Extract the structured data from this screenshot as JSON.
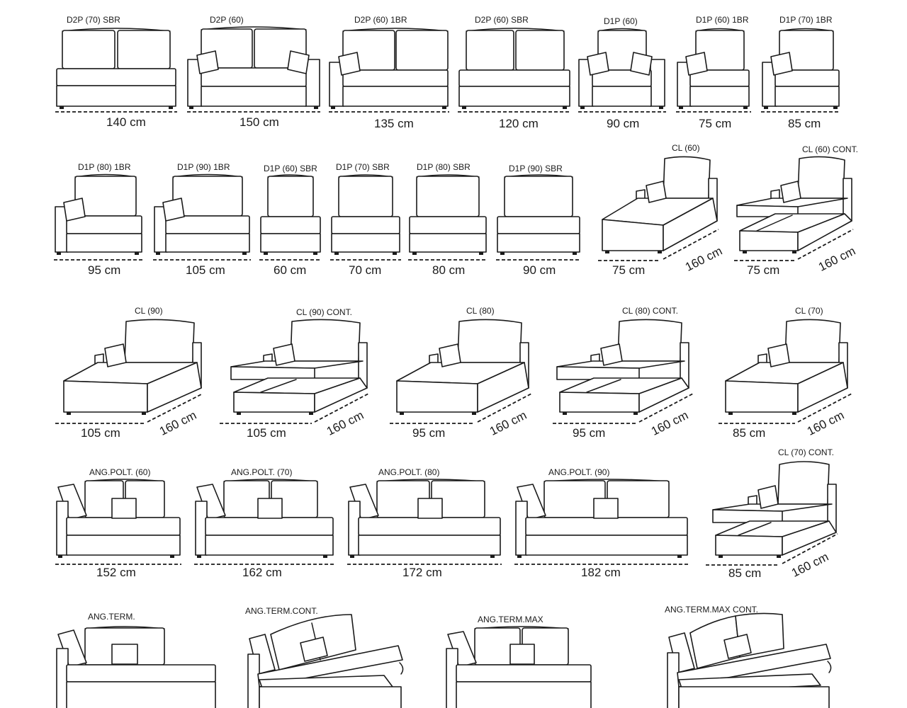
{
  "rows": [
    [
      {
        "kind": "sofa",
        "seats": 2,
        "arms": "none",
        "code": "D2P (70) SBR",
        "width": "140 cm"
      },
      {
        "kind": "sofa",
        "seats": 2,
        "arms": "both",
        "code": "D2P (60)",
        "width": "150 cm"
      },
      {
        "kind": "sofa",
        "seats": 2,
        "arms": "left",
        "code": "D2P (60) 1BR",
        "width": "135 cm"
      },
      {
        "kind": "sofa",
        "seats": 2,
        "arms": "none",
        "code": "D2P (60) SBR",
        "width": "120 cm"
      },
      {
        "kind": "sofa",
        "seats": 1,
        "arms": "both",
        "code": "D1P (60)",
        "width": "90 cm"
      },
      {
        "kind": "sofa",
        "seats": 1,
        "arms": "left",
        "code": "D1P (60) 1BR",
        "width": "75 cm"
      },
      {
        "kind": "sofa",
        "seats": 1,
        "arms": "left",
        "code": "D1P (70) 1BR",
        "width": "85 cm"
      }
    ],
    [
      {
        "kind": "sofa",
        "seats": 1,
        "arms": "left",
        "code": "D1P (80) 1BR",
        "width": "95 cm"
      },
      {
        "kind": "sofa",
        "seats": 1,
        "arms": "left",
        "code": "D1P (90) 1BR",
        "width": "105 cm"
      },
      {
        "kind": "sofa",
        "seats": 1,
        "arms": "none",
        "code": "D1P (60) SBR",
        "width": "60 cm"
      },
      {
        "kind": "sofa",
        "seats": 1,
        "arms": "none",
        "code": "D1P (70) SBR",
        "width": "70 cm"
      },
      {
        "kind": "sofa",
        "seats": 1,
        "arms": "none",
        "code": "D1P (80) SBR",
        "width": "80 cm"
      },
      {
        "kind": "sofa",
        "seats": 1,
        "arms": "none",
        "code": "D1P (90) SBR",
        "width": "90 cm"
      },
      {
        "kind": "chaise",
        "storage": false,
        "code": "CL (60)",
        "width": "75 cm",
        "depth": "160 cm"
      },
      {
        "kind": "chaise",
        "storage": true,
        "code": "CL (60) CONT.",
        "width": "75 cm",
        "depth": "160 cm"
      }
    ],
    [
      {
        "kind": "chaise",
        "storage": false,
        "code": "CL (90)",
        "width": "105 cm",
        "depth": "160 cm"
      },
      {
        "kind": "chaise",
        "storage": true,
        "code": "CL (90) CONT.",
        "width": "105 cm",
        "depth": "160 cm"
      },
      {
        "kind": "chaise",
        "storage": false,
        "code": "CL (80)",
        "width": "95 cm",
        "depth": "160 cm"
      },
      {
        "kind": "chaise",
        "storage": true,
        "code": "CL (80) CONT.",
        "width": "95 cm",
        "depth": "160 cm"
      },
      {
        "kind": "chaise",
        "storage": false,
        "code": "CL (70)",
        "width": "85 cm",
        "depth": "160 cm"
      }
    ],
    [
      {
        "kind": "angle",
        "code": "ANG.POLT. (60)",
        "width": "152 cm"
      },
      {
        "kind": "angle",
        "code": "ANG.POLT. (70)",
        "width": "162 cm"
      },
      {
        "kind": "angle",
        "code": "ANG.POLT. (80)",
        "width": "172 cm"
      },
      {
        "kind": "angle",
        "code": "ANG.POLT. (90)",
        "width": "182 cm"
      },
      {
        "kind": "chaise",
        "storage": true,
        "code": "CL (70) CONT.",
        "width": "85 cm",
        "depth": "160 cm"
      }
    ],
    [
      {
        "kind": "terminal",
        "storage": false,
        "code": "ANG.TERM."
      },
      {
        "kind": "terminal",
        "storage": true,
        "code": "ANG.TERM.CONT."
      },
      {
        "kind": "terminal",
        "storage": false,
        "code": "ANG.TERM.MAX"
      },
      {
        "kind": "terminal",
        "storage": true,
        "code": "ANG.TERM.MAX CONT."
      }
    ]
  ]
}
